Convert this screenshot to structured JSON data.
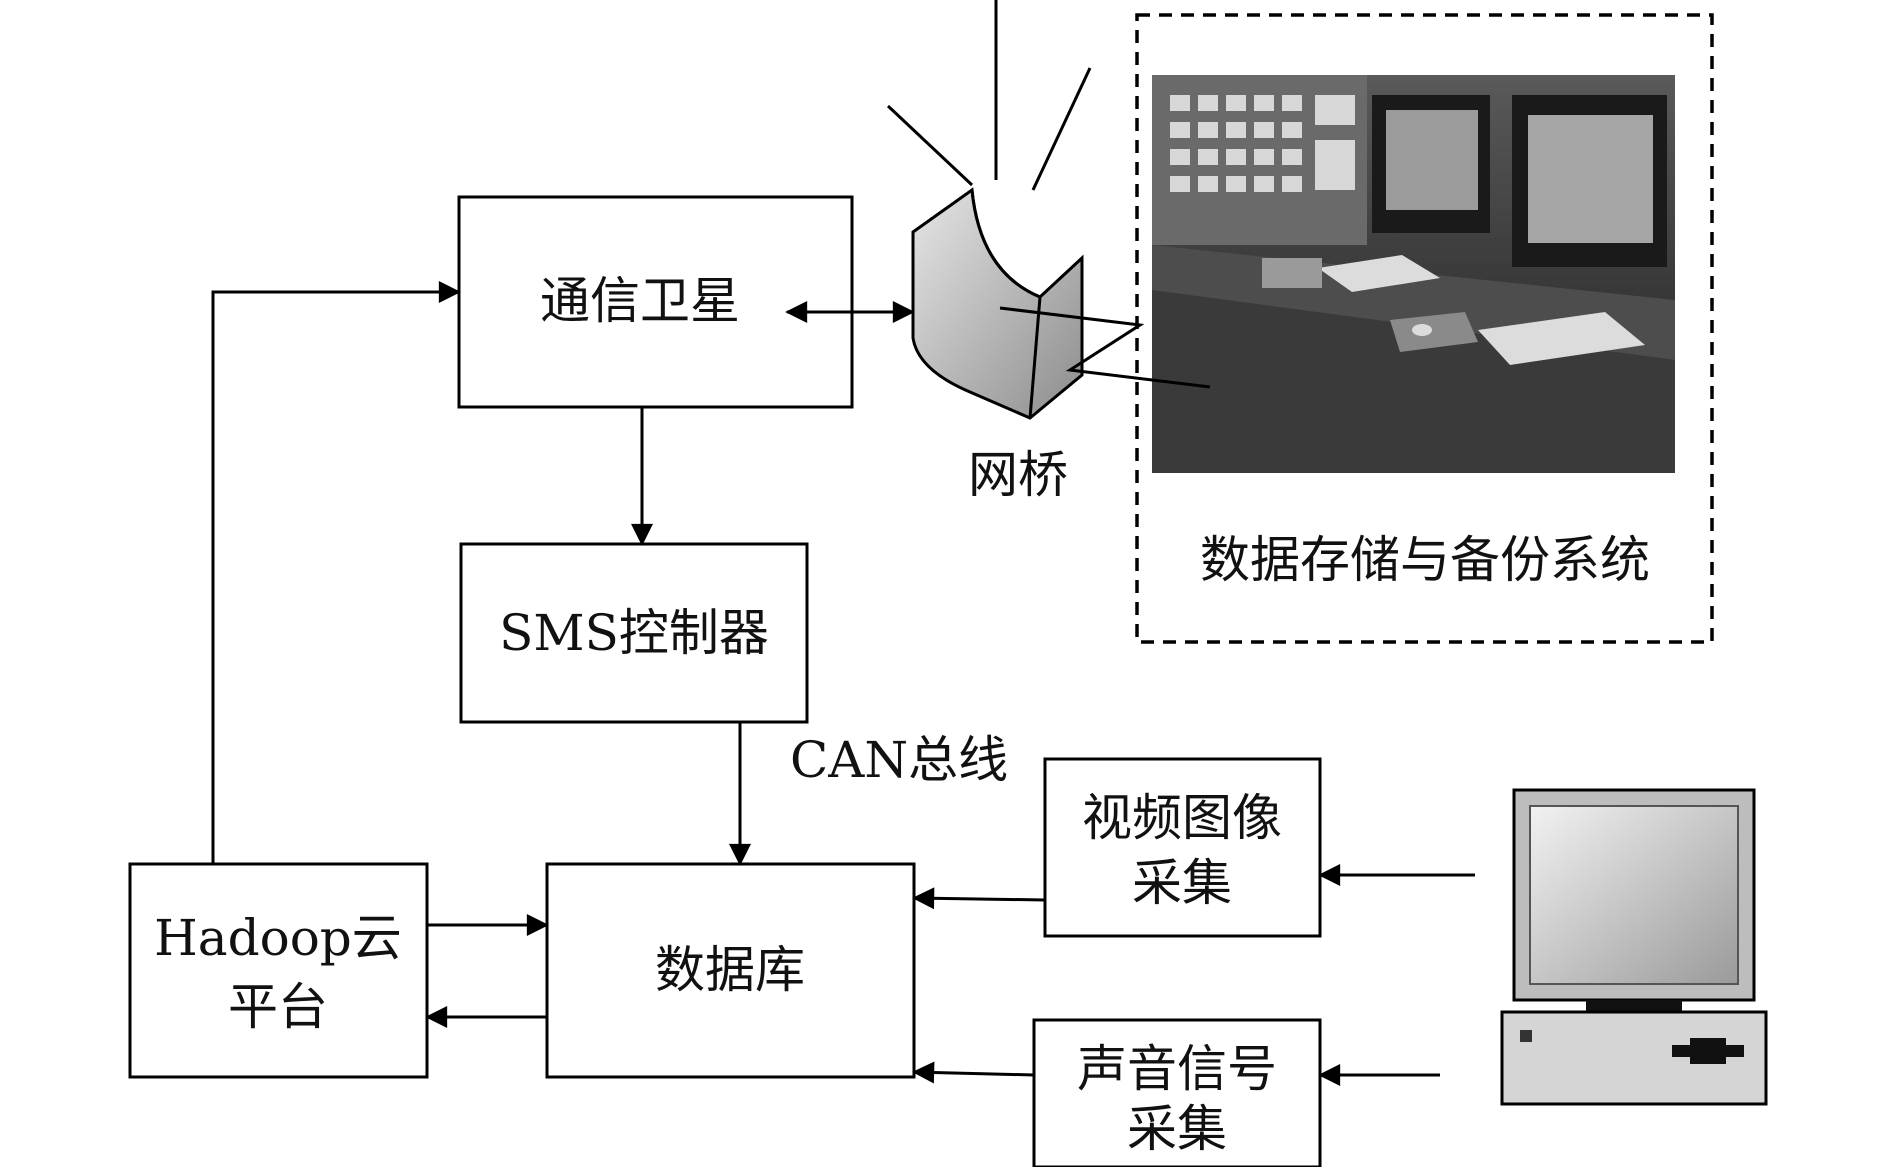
{
  "nodes": {
    "satellite": "通信卫星",
    "sms": "SMS控制器",
    "database": "数据库",
    "hadoop": [
      "Hadoop云",
      "平台"
    ],
    "video": [
      "视频图像",
      "采集"
    ],
    "audio": [
      "声音信号",
      "采集"
    ],
    "bridge": "网桥",
    "storage": "数据存储与备份系统"
  },
  "edges": {
    "bus": "CAN总线"
  },
  "icons": {
    "bridge": "bridge-dish-icon",
    "control_room": "control-room-photo",
    "computer": "desktop-computer-icon"
  },
  "colors": {
    "stroke": "#000000",
    "background": "#ffffff"
  }
}
